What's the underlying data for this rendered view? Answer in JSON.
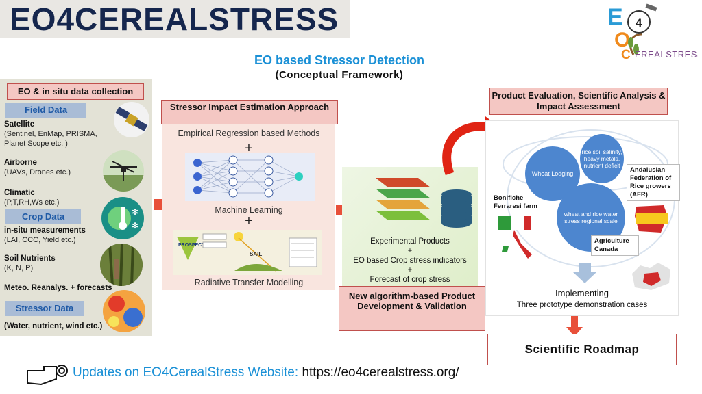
{
  "title": "EO4CEREALSTRESS",
  "logo": {
    "number": "4",
    "wordmark": "EREALSTRESS",
    "letter_e": "E",
    "letter_c": "C",
    "letter_o": "O"
  },
  "subtitle": "EO based Stressor Detection",
  "subtitle2": "(Conceptual  Framework)",
  "left": {
    "header": "EO & in situ data collection",
    "field_label": "Field Data",
    "satellite_head": "Satellite",
    "satellite_sub1": "(Sentinel, EnMap, PRISMA,",
    "satellite_sub2": "Planet Scope etc. )",
    "airborne_head": "Airborne",
    "airborne_sub": "(UAVs, Drones etc.)",
    "climatic_head": "Climatic",
    "climatic_sub": "(P,T,RH,Ws etc.)",
    "crop_label": "Crop Data",
    "insitu_head": "in-situ measurements",
    "insitu_sub": "(LAI, CCC, Yield etc.)",
    "soil_head": "Soil Nutrients",
    "soil_sub": "(K, N, P)",
    "meteo": "Meteo. Reanalys. + forecasts",
    "stressor_label": "Stressor Data",
    "stressor_sub": "(Water, nutrient, wind etc.)"
  },
  "middle": {
    "header": "Stressor Impact Estimation Approach",
    "empirical": "Empirical Regression based Methods",
    "plus": "+",
    "ml": "Machine Learning",
    "rtm": "Radiative Transfer Modelling",
    "prospect": "PROSPECT",
    "sail": "SAIL"
  },
  "green": {
    "line1": "Experimental Products",
    "plus": "+",
    "line2": "EO based Crop stress indicators",
    "line3": "Forecast of crop stress",
    "header": "New algorithm-based Product  Development & Validation"
  },
  "right": {
    "header": "Product Evaluation, Scientific Analysis & Impact Assessment",
    "wheat_lodging": "Wheat Lodging",
    "rice_soil": "rice soil salinity, heavy metals, nutrient deficit",
    "wheat_rice": "wheat and rice water stress regional scale",
    "andalusian": "Andalusian Federation of Rice growers (AFR)",
    "bonifiche": "Bonifiche Ferraresi farm",
    "agriculture": "Agriculture Canada",
    "implementing": "Implementing",
    "three_cases": "Three prototype demonstration cases"
  },
  "roadmap": "Scientific  Roadmap",
  "footer": {
    "label": "Updates on EO4CerealStress Website:",
    "url": "https://eo4cerealstress.org/"
  },
  "colors": {
    "title": "#15264d",
    "accent_blue": "#1a90d6",
    "red_box": "#f4c7c3",
    "arrow_red": "#e8503a"
  }
}
